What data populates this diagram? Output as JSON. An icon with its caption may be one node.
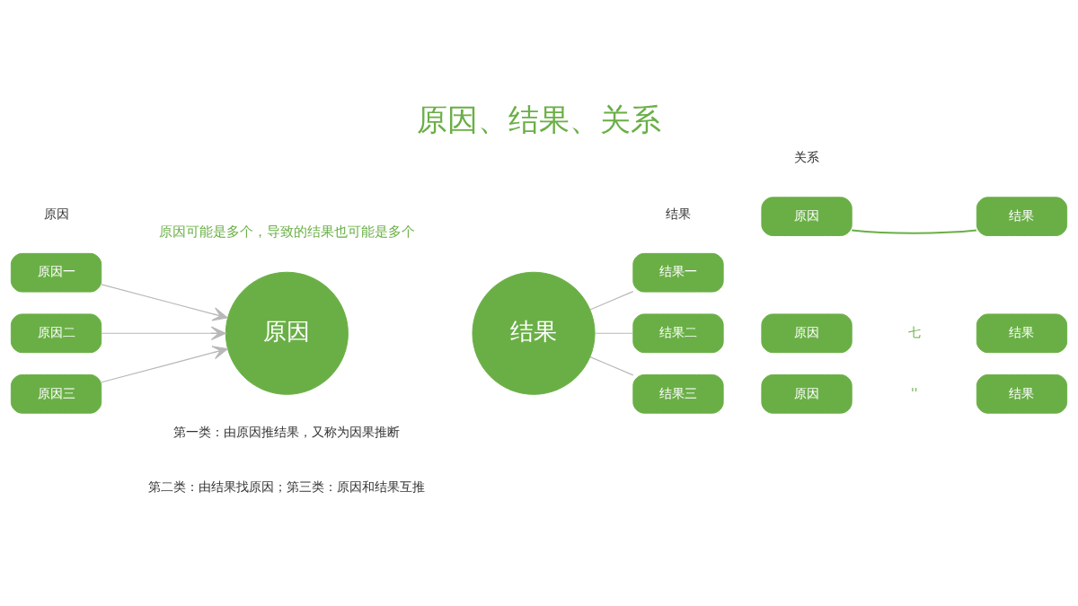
{
  "diagram": {
    "title": "原因、结果、关系",
    "nodes": [
      {
        "text": [
          "原因一"
        ]
      },
      {
        "text": [
          "原因二"
        ]
      },
      {
        "text": [
          "原因三"
        ]
      },
      {
        "text": [
          "原因"
        ]
      },
      {
        "text": [
          "结果"
        ]
      },
      {
        "text": [
          "结果一"
        ]
      },
      {
        "text": [
          "结果二"
        ]
      },
      {
        "text": [
          "结果三"
        ]
      },
      {
        "text": [
          "原因"
        ]
      },
      {
        "text": [
          "结果"
        ]
      },
      {
        "text": [
          "原因"
        ]
      },
      {
        "text": [
          "结果"
        ]
      },
      {
        "text": [
          "原因"
        ]
      },
      {
        "text": [
          "结果"
        ]
      }
    ],
    "edges": [
      {
        "from": 0,
        "to": 3,
        "arrow": "to"
      },
      {
        "from": 1,
        "to": 3,
        "arrow": "to"
      },
      {
        "from": 2,
        "to": 3,
        "arrow": "to"
      },
      {
        "from": 4,
        "to": 5,
        "arrow": "none"
      },
      {
        "from": 4,
        "to": 6,
        "arrow": "none"
      },
      {
        "from": 4,
        "to": 7,
        "arrow": "none"
      },
      {
        "from": 8,
        "to": 9,
        "arrow": "none",
        "color": "#6aaf46"
      }
    ],
    "labels": [
      "原因可能是多个，导致的结果也可能是多个",
      "原因",
      "结果",
      "关系",
      "七",
      "''",
      "第一类：由原因推结果，又称为因果推断",
      "第二类：由结果找原因；第三类：原因和结果互推"
    ]
  }
}
